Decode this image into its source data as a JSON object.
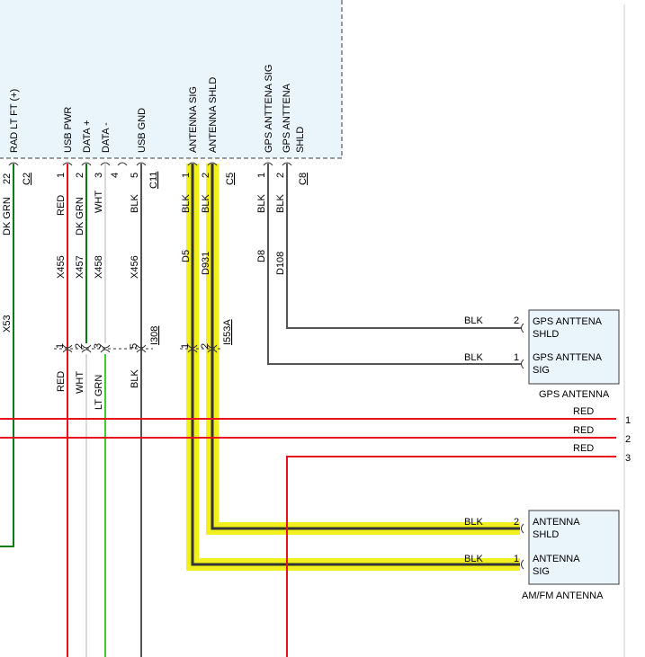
{
  "colors": {
    "red": "#e8101a",
    "dk_grn": "#0a7a12",
    "lt_grn": "#39d12a",
    "wht": "#d9d9d9",
    "blk": "#555555",
    "highlight": "#f2ef1e",
    "module_fill": "#e9f4fb",
    "module_stroke": "#3c3c3c"
  },
  "radio": {
    "pins": [
      {
        "label": "RAD LT FT (+)",
        "num": "22",
        "connector": "C2",
        "wire_color": "DK GRN",
        "circuit": "X53"
      },
      {
        "label": "USB PWR",
        "num": "1",
        "wire_color": "RED",
        "circuit": "X455",
        "bottom_num": "1",
        "bottom_color": "RED"
      },
      {
        "label": "DATA +",
        "num": "2",
        "wire_color": "DK GRN",
        "circuit": "X457",
        "bottom_num": "2",
        "bottom_color": "WHT"
      },
      {
        "label": "DATA -",
        "num": "3",
        "wire_color": "WHT",
        "circuit": "X458",
        "bottom_num": "3",
        "bottom_color": "LT GRN"
      },
      {
        "label": "",
        "num": "4"
      },
      {
        "label": "USB GND",
        "num": "5",
        "connector": "C11",
        "wire_color": "BLK",
        "circuit": "X456",
        "bottom_num": "5",
        "bottom_color": "BLK"
      },
      {
        "label": "ANTENNA SIG",
        "num": "1",
        "wire_color": "BLK",
        "circuit": "D5",
        "bottom_num": "1"
      },
      {
        "label": "ANTENNA SHLD",
        "num": "2",
        "connector": "C5",
        "wire_color": "BLK",
        "circuit": "D931",
        "bottom_num": "2"
      },
      {
        "label": "GPS ANTTENA SIG",
        "num": "1",
        "wire_color": "BLK",
        "circuit": "D8"
      },
      {
        "label": "GPS ANTTENA",
        "label2": "SHLD",
        "num": "2",
        "connector": "C8",
        "wire_color": "BLK",
        "circuit": "D108"
      }
    ],
    "inline_connectors": [
      "I308",
      "I553A"
    ]
  },
  "red_lines": [
    {
      "label": "RED",
      "num": "1"
    },
    {
      "label": "RED",
      "num": "2"
    },
    {
      "label": "RED",
      "num": "3"
    }
  ],
  "gps_antenna": {
    "name": "GPS ANTENNA",
    "pins": [
      {
        "num": "2",
        "wire": "BLK",
        "line1": "GPS ANTTENA",
        "line2": "SHLD"
      },
      {
        "num": "1",
        "wire": "BLK",
        "line1": "GPS ANTTENA",
        "line2": "SIG"
      }
    ]
  },
  "amfm_antenna": {
    "name": "AM/FM ANTENNA",
    "pins": [
      {
        "num": "2",
        "wire": "BLK",
        "line1": "ANTENNA",
        "line2": "SHLD"
      },
      {
        "num": "1",
        "wire": "BLK",
        "line1": "ANTENNA",
        "line2": "SIG"
      }
    ]
  }
}
